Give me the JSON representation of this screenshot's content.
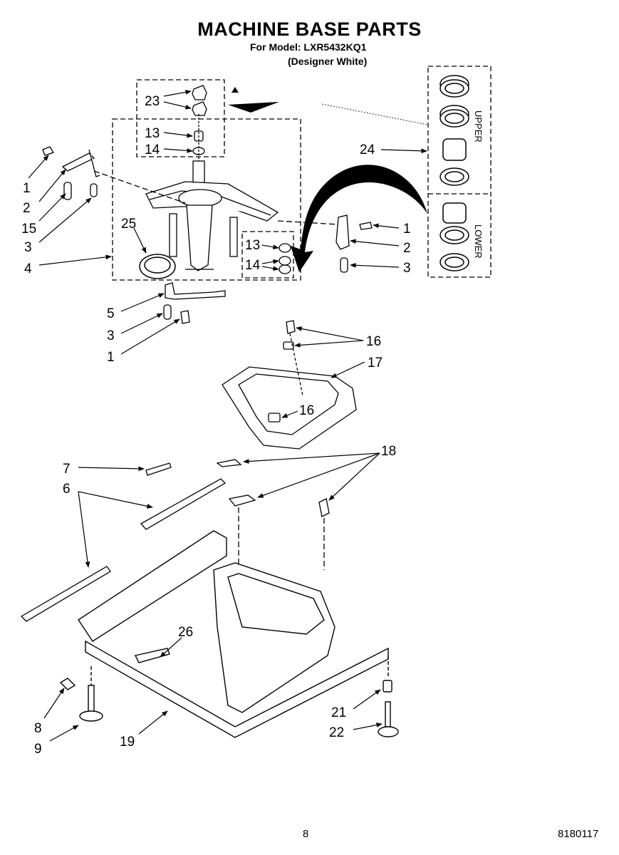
{
  "header": {
    "title": "MACHINE BASE PARTS",
    "model_line": "For Model: LXR5432KQ1",
    "color_line": "(Designer White)"
  },
  "inset": {
    "upper_label": "UPPER",
    "lower_label": "LOWER"
  },
  "callouts": [
    "1",
    "2",
    "15",
    "3",
    "4",
    "23",
    "13",
    "14",
    "25",
    "24",
    "1",
    "2",
    "3",
    "13",
    "14",
    "5",
    "3",
    "1",
    "16",
    "17",
    "16",
    "18",
    "7",
    "6",
    "26",
    "8",
    "9",
    "19",
    "21",
    "22"
  ],
  "footer": {
    "page_number": "8",
    "doc_number": "8180117"
  }
}
